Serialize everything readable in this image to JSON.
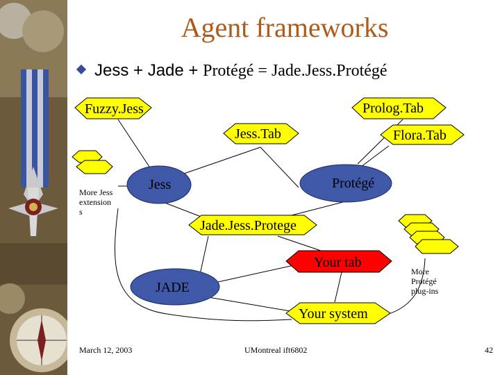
{
  "slide": {
    "title": "Agent frameworks",
    "bullet": {
      "part1": "Jess + Jade + ",
      "part2": "Protégé = Jade.Jess.Protégé"
    }
  },
  "diagram": {
    "nodes": {
      "fuzzy_jess": "Fuzzy.Jess",
      "prolog_tab": "Prolog.Tab",
      "jess_tab": "Jess.Tab",
      "flora_tab": "Flora.Tab",
      "jess": "Jess",
      "protege": "Protégé",
      "jade_jess_protege": "Jade.Jess.Protege",
      "your_tab": "Your tab",
      "jade": "JADE",
      "your_system": "Your system",
      "more_jess_extensions": [
        "More Jess",
        "extension",
        "s"
      ],
      "more_protege_plugins": [
        "More",
        "Protégé",
        "plug-ins"
      ]
    },
    "colors": {
      "hexagon_fill": "#ffff00",
      "ellipse_fill": "#3f58a8",
      "your_tab_fill": "#ff0000",
      "your_system_fill": "#ffff00",
      "title_color": "#b05a1a"
    }
  },
  "footer": {
    "date": "March 12, 2003",
    "course": "UMontreal ift6802",
    "page": "42"
  }
}
